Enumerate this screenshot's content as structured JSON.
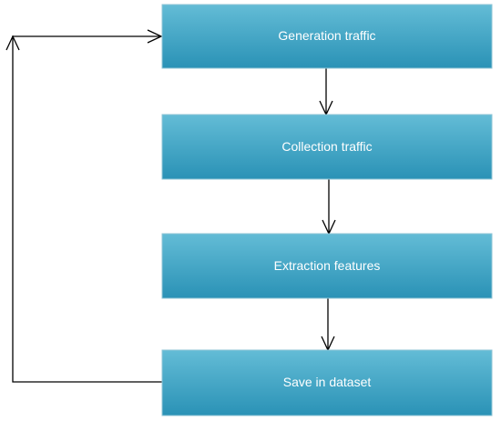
{
  "diagram": {
    "nodes": [
      {
        "id": "generation",
        "label": "Generation traffic"
      },
      {
        "id": "collection",
        "label": "Collection traffic"
      },
      {
        "id": "extraction",
        "label": "Extraction features"
      },
      {
        "id": "save",
        "label": "Save in dataset"
      }
    ],
    "edges": [
      {
        "from": "generation",
        "to": "collection"
      },
      {
        "from": "collection",
        "to": "extraction"
      },
      {
        "from": "extraction",
        "to": "save"
      },
      {
        "from": "save",
        "to": "generation"
      }
    ],
    "colors": {
      "box_top": "#63bcd6",
      "box_bottom": "#2a92b6",
      "label": "#ffffff",
      "edge": "#000000"
    }
  }
}
